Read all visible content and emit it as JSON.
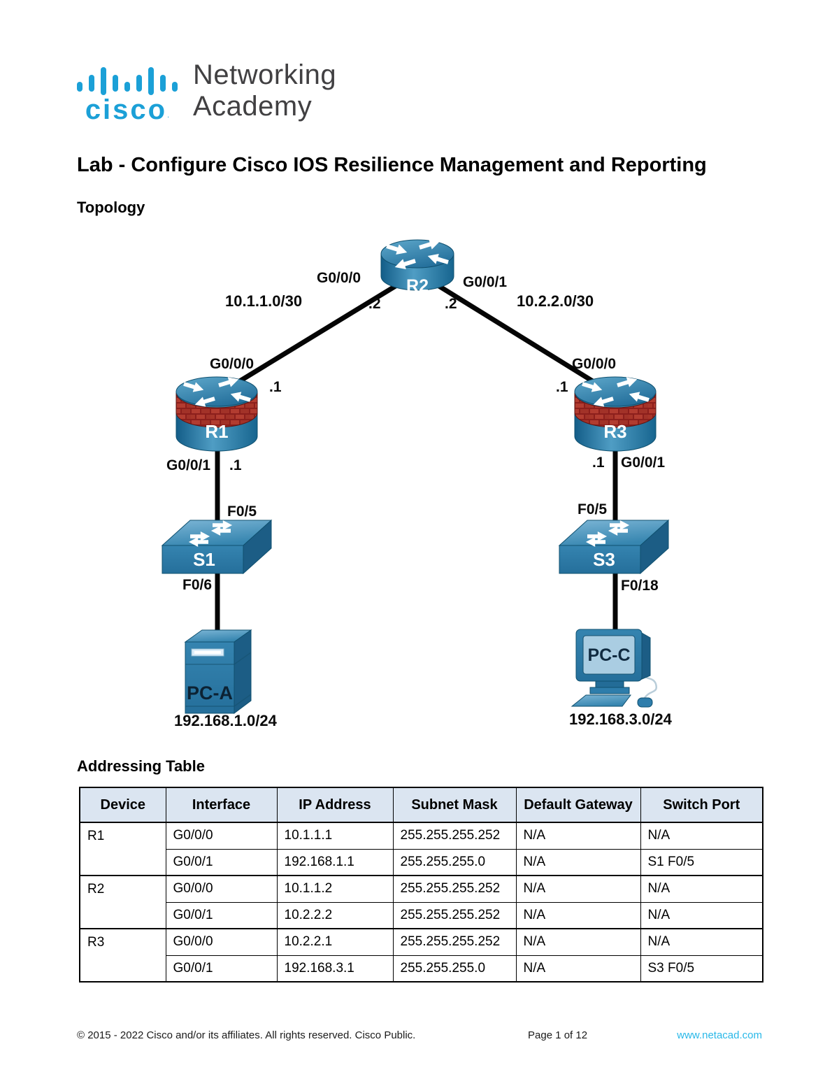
{
  "logo": {
    "brand": "cisco",
    "tm": ".",
    "line1": "Networking",
    "line2": "Academy"
  },
  "title": "Lab - Configure Cisco IOS Resilience Management and Reporting",
  "headings": {
    "topology": "Topology",
    "addressing": "Addressing Table"
  },
  "diagram": {
    "devices": {
      "r1": {
        "name": "R1",
        "type": "firewall-router"
      },
      "r2": {
        "name": "R2",
        "type": "router"
      },
      "r3": {
        "name": "R3",
        "type": "firewall-router"
      },
      "s1": {
        "name": "S1",
        "type": "switch"
      },
      "s3": {
        "name": "S3",
        "type": "switch"
      },
      "pc_a": {
        "name": "PC-A",
        "type": "tower-pc"
      },
      "pc_c": {
        "name": "PC-C",
        "type": "desktop-pc"
      }
    },
    "labels": {
      "r2_left_if": "G0/0/0",
      "r2_right_if": "G0/0/1",
      "r2_left_addr": ".2",
      "r2_right_addr": ".2",
      "left_subnet": "10.1.1.0/30",
      "right_subnet": "10.2.2.0/30",
      "r1_up_if": "G0/0/0",
      "r1_up_addr": ".1",
      "r1_down_if": "G0/0/1",
      "r1_down_addr": ".1",
      "r3_up_if": "G0/0/0",
      "r3_up_addr": ".1",
      "r3_down_addr": ".1",
      "r3_down_if": "G0/0/1",
      "s1_up_port": "F0/5",
      "s1_down_port": "F0/6",
      "s3_up_port": "F0/5",
      "s3_down_port": "F0/18",
      "pc_a_subnet": "192.168.1.0/24",
      "pc_c_subnet": "192.168.3.0/24"
    }
  },
  "table": {
    "headers": [
      "Device",
      "Interface",
      "IP Address",
      "Subnet Mask",
      "Default Gateway",
      "Switch Port"
    ],
    "rows": [
      {
        "device": "R1",
        "interface": "G0/0/0",
        "ip": "10.1.1.1",
        "mask": "255.255.255.252",
        "gateway": "N/A",
        "switch_port": "N/A"
      },
      {
        "device": "",
        "interface": "G0/0/1",
        "ip": "192.168.1.1",
        "mask": "255.255.255.0",
        "gateway": "N/A",
        "switch_port": "S1 F0/5"
      },
      {
        "device": "R2",
        "interface": "G0/0/0",
        "ip": "10.1.1.2",
        "mask": "255.255.255.252",
        "gateway": "N/A",
        "switch_port": "N/A"
      },
      {
        "device": "",
        "interface": "G0/0/1",
        "ip": "10.2.2.2",
        "mask": "255.255.255.252",
        "gateway": "N/A",
        "switch_port": "N/A"
      },
      {
        "device": "R3",
        "interface": "G0/0/0",
        "ip": "10.2.2.1",
        "mask": "255.255.255.252",
        "gateway": "N/A",
        "switch_port": "N/A"
      },
      {
        "device": "",
        "interface": "G0/0/1",
        "ip": "192.168.3.1",
        "mask": "255.255.255.0",
        "gateway": "N/A",
        "switch_port": "S3 F0/5"
      }
    ]
  },
  "footer": {
    "copyright": "© 2015 - 2022 Cisco and/or its affiliates. All rights reserved. Cisco Public.",
    "page": "Page 1 of 12",
    "website": "www.netacad.com"
  },
  "colors": {
    "logo_blue": "#1ba0d7",
    "device_blue": "#2e7dab",
    "firewall_red": "#8c1f1c",
    "table_header_bg": "#dbe5f1",
    "link": "#29b8e8"
  }
}
